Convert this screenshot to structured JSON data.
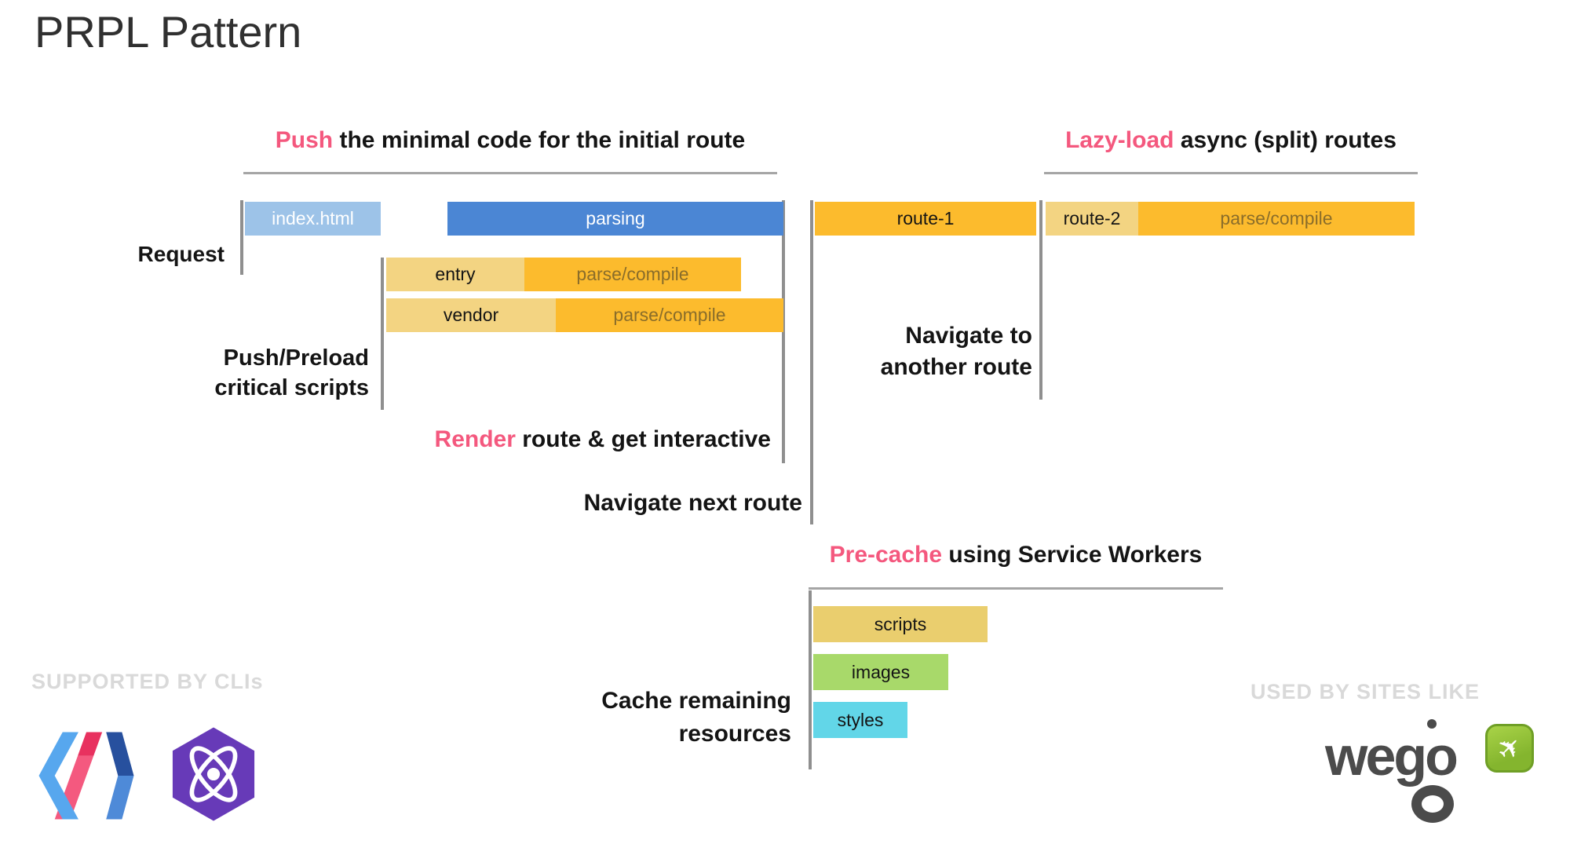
{
  "slide": {
    "title": "PRPL Pattern"
  },
  "headings": {
    "push": {
      "highlight": "Push",
      "rest": "the minimal code for the initial route"
    },
    "lazy": {
      "highlight": "Lazy-load",
      "rest": "async (split) routes"
    },
    "render": {
      "highlight": "Render",
      "rest": "route & get interactive"
    },
    "precache": {
      "highlight": "Pre-cache",
      "rest": "using Service Workers"
    }
  },
  "labels": {
    "request": "Request",
    "push_preload_line1": "Push/Preload",
    "push_preload_line2": "critical scripts",
    "navigate_next": "Navigate next route",
    "navigate_another_line1": "Navigate to",
    "navigate_another_line2": "another route",
    "cache_remaining_line1": "Cache remaining",
    "cache_remaining_line2": "resources"
  },
  "bars": {
    "index_html": {
      "label": "index.html",
      "color": "#9dc3e8",
      "text_color": "#ffffff"
    },
    "parsing": {
      "label": "parsing",
      "color": "#4b86d4",
      "text_color": "#ffffff"
    },
    "entry": {
      "label": "entry",
      "color": "#f3d482",
      "text_color": "#141414"
    },
    "entry_parse": {
      "label": "parse/compile",
      "color": "#fcbb2d",
      "text_color": "#8a6d2a"
    },
    "vendor": {
      "label": "vendor",
      "color": "#f3d482",
      "text_color": "#141414"
    },
    "vendor_parse": {
      "label": "parse/compile",
      "color": "#fcbb2d",
      "text_color": "#8a6d2a"
    },
    "route1": {
      "label": "route-1",
      "color": "#fcbb2d",
      "text_color": "#141414"
    },
    "route2": {
      "label": "route-2",
      "color": "#f3d482",
      "text_color": "#141414"
    },
    "route2_parse": {
      "label": "parse/compile",
      "color": "#fcbb2d",
      "text_color": "#8a6d2a"
    },
    "scripts": {
      "label": "scripts",
      "color": "#eace6e",
      "text_color": "#141414"
    },
    "images": {
      "label": "images",
      "color": "#a8d96a",
      "text_color": "#141414"
    },
    "styles": {
      "label": "styles",
      "color": "#62d6e8",
      "text_color": "#141414"
    }
  },
  "footer": {
    "supported_title": "SUPPORTED BY CLIs",
    "used_title": "USED BY SITES LIKE",
    "wego_text": "wego",
    "plane_icon": "✈",
    "logos": [
      "polymer-cli-logo",
      "preact-cli-logo",
      "wego-logo"
    ]
  },
  "colors": {
    "accent_pink": "#f4587e",
    "heading_text": "#141414",
    "line_gray": "#8f8f8f",
    "underline_gray": "#a5a5a5",
    "background": "#ffffff"
  }
}
